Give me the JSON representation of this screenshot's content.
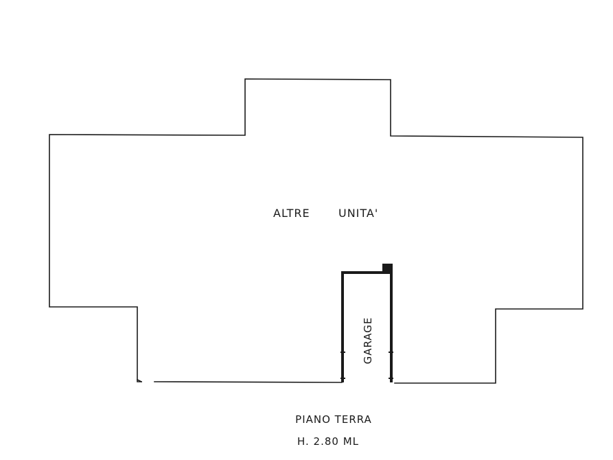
{
  "plan": {
    "area_label_1": "ALTRE",
    "area_label_2": "UNITA'",
    "room_label": "GARAGE",
    "floor_name": "PIANO TERRA",
    "floor_height": "H. 2.80 ML"
  },
  "colors": {
    "line": "#1a1a1a",
    "background": "#ffffff"
  }
}
